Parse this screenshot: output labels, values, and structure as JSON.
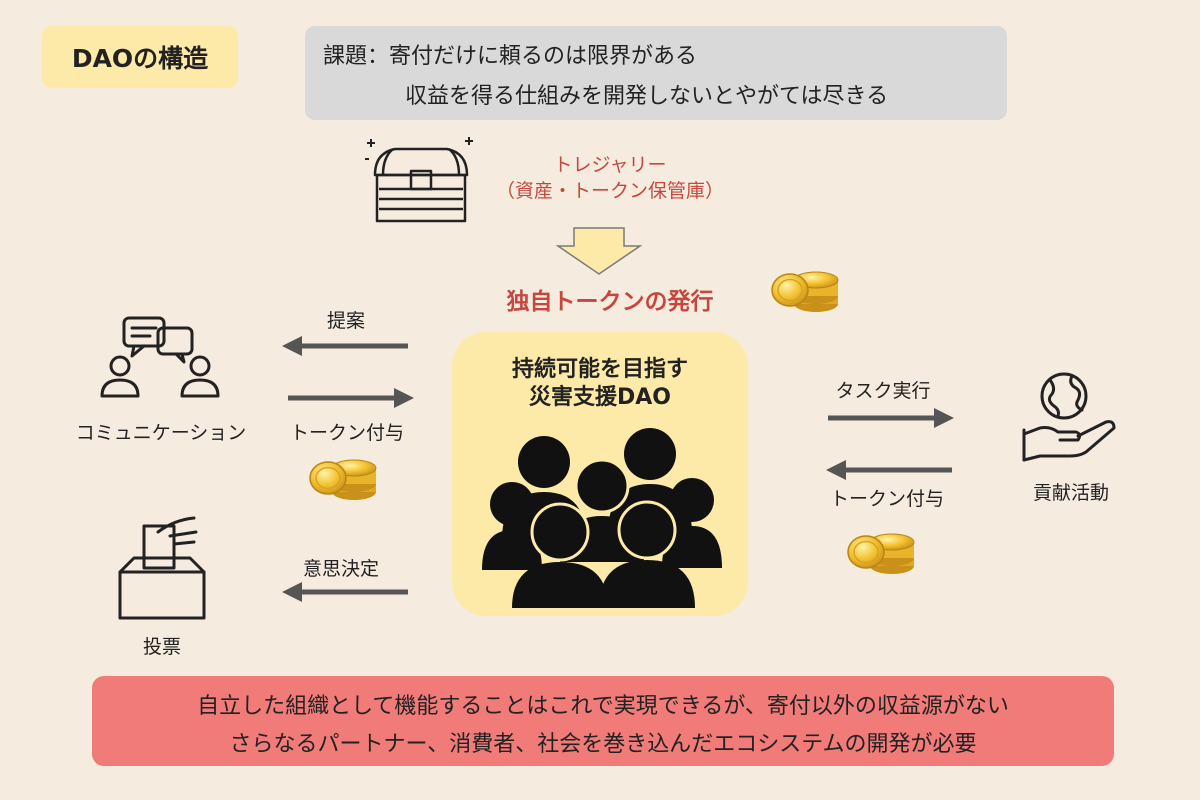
{
  "title_tag": "DAOの構造",
  "issue": {
    "line1": "課題：寄付だけに頼るのは限界がある",
    "line2": "収益を得る仕組みを開発しないとやがては尽きる"
  },
  "treasury": {
    "label_line1": "トレジャリー",
    "label_line2": "（資産・トークン保管庫）",
    "icon": "treasure-chest-icon"
  },
  "token_issue": "独自トークンの発行",
  "center": {
    "title_line1": "持続可能を目指す",
    "title_line2": "災害支援DAO",
    "icon": "people-group-icon"
  },
  "left": {
    "communication": {
      "label": "コミュニケーション",
      "icon": "chat-people-icon"
    },
    "vote": {
      "label": "投票",
      "icon": "ballot-box-icon"
    },
    "arrow_proposal": "提案",
    "arrow_token_give": "トークン付与",
    "arrow_decision": "意思決定"
  },
  "right": {
    "contribution": {
      "label": "貢献活動",
      "icon": "hand-globe-icon"
    },
    "arrow_task": "タスク実行",
    "arrow_token_give": "トークン付与"
  },
  "bottom": {
    "line1": "自立した組織として機能することはこれで実現できるが、寄付以外の収益源がない",
    "line2": "さらなるパートナー、消費者、社会を巻き込んだエコシステムの開発が必要"
  },
  "colors": {
    "background": "#f5ecdf",
    "title_tag": "#fdeaa8",
    "issue_box": "#d9d9d9",
    "accent_red": "#c7473f",
    "center_box": "#fdeaa8",
    "bottom_box": "#f07b78",
    "arrow": "#555555",
    "coin": "#f2c12e"
  }
}
